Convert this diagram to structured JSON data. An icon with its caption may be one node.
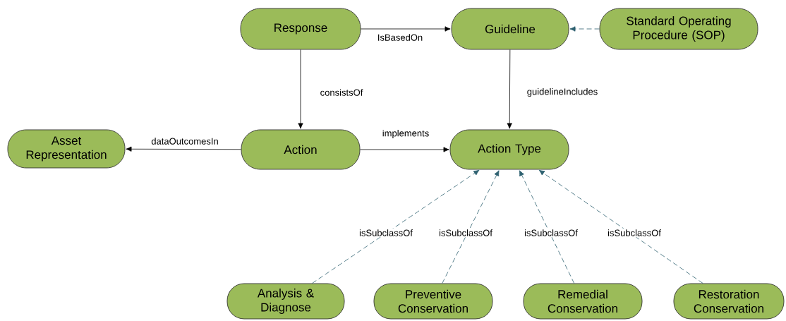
{
  "diagram": {
    "nodes": [
      {
        "text": [
          "Response"
        ]
      },
      {
        "text": [
          "Guideline"
        ]
      },
      {
        "text": [
          "Standard Operating Procedure (SOP)"
        ]
      },
      {
        "text": [
          "Asset Representation"
        ]
      },
      {
        "text": [
          "Action"
        ]
      },
      {
        "text": [
          "Action Type"
        ]
      },
      {
        "text": [
          "Analysis & Diagnose"
        ]
      },
      {
        "text": [
          "Preventive Conservation"
        ]
      },
      {
        "text": [
          "Remedial Conservation"
        ]
      },
      {
        "text": [
          "Restoration Conservation"
        ]
      }
    ],
    "edges": [
      {
        "from": 0,
        "to": 1,
        "arrow": "to",
        "label": "IsBasedOn"
      },
      {
        "from": 2,
        "to": 1,
        "arrow": "to",
        "style": "dashed",
        "color": "#2e6170"
      },
      {
        "from": 0,
        "to": 4,
        "arrow": "to",
        "label": "consistsOf"
      },
      {
        "from": 1,
        "to": 5,
        "arrow": "to",
        "label": "guidelineIncludes"
      },
      {
        "from": 4,
        "to": 3,
        "arrow": "to",
        "label": "dataOutcomesIn"
      },
      {
        "from": 4,
        "to": 5,
        "arrow": "to",
        "label": "implements"
      },
      {
        "from": 6,
        "to": 5,
        "arrow": "to",
        "label": "isSubclassOf",
        "style": "dashed",
        "color": "#2e6170"
      },
      {
        "from": 7,
        "to": 5,
        "arrow": "to",
        "label": "isSubclassOf",
        "style": "dashed",
        "color": "#2e6170"
      },
      {
        "from": 8,
        "to": 5,
        "arrow": "to",
        "label": "isSubclassOf",
        "style": "dashed",
        "color": "#2e6170"
      },
      {
        "from": 9,
        "to": 5,
        "arrow": "to",
        "label": "isSubclassOf",
        "style": "dashed",
        "color": "#2e6170"
      }
    ]
  }
}
